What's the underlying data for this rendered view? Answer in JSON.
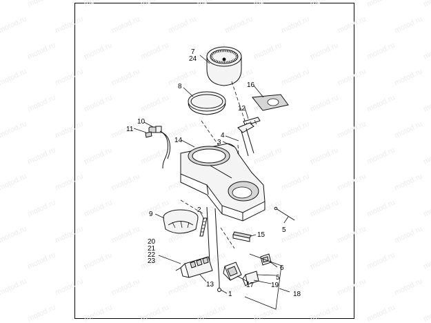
{
  "watermark": {
    "text": "motod.ru"
  },
  "callouts": [
    {
      "id": "c7",
      "text": "7"
    },
    {
      "id": "c24",
      "text": "24"
    },
    {
      "id": "c8",
      "text": "8"
    },
    {
      "id": "c16",
      "text": "16"
    },
    {
      "id": "c12",
      "text": "12"
    },
    {
      "id": "c10",
      "text": "10"
    },
    {
      "id": "c11",
      "text": "11"
    },
    {
      "id": "c4",
      "text": "4"
    },
    {
      "id": "c14",
      "text": "14"
    },
    {
      "id": "c3",
      "text": "3"
    },
    {
      "id": "c9",
      "text": "9"
    },
    {
      "id": "c2",
      "text": "2"
    },
    {
      "id": "c5a",
      "text": "5"
    },
    {
      "id": "c15",
      "text": "15"
    },
    {
      "id": "c20",
      "text": "20"
    },
    {
      "id": "c21",
      "text": "21"
    },
    {
      "id": "c22",
      "text": "22"
    },
    {
      "id": "c23",
      "text": "23"
    },
    {
      "id": "c6",
      "text": "6"
    },
    {
      "id": "c5b",
      "text": "5"
    },
    {
      "id": "c13",
      "text": "13"
    },
    {
      "id": "c17",
      "text": "17"
    },
    {
      "id": "c19",
      "text": "19"
    },
    {
      "id": "c1",
      "text": "1"
    },
    {
      "id": "c18",
      "text": "18"
    }
  ]
}
